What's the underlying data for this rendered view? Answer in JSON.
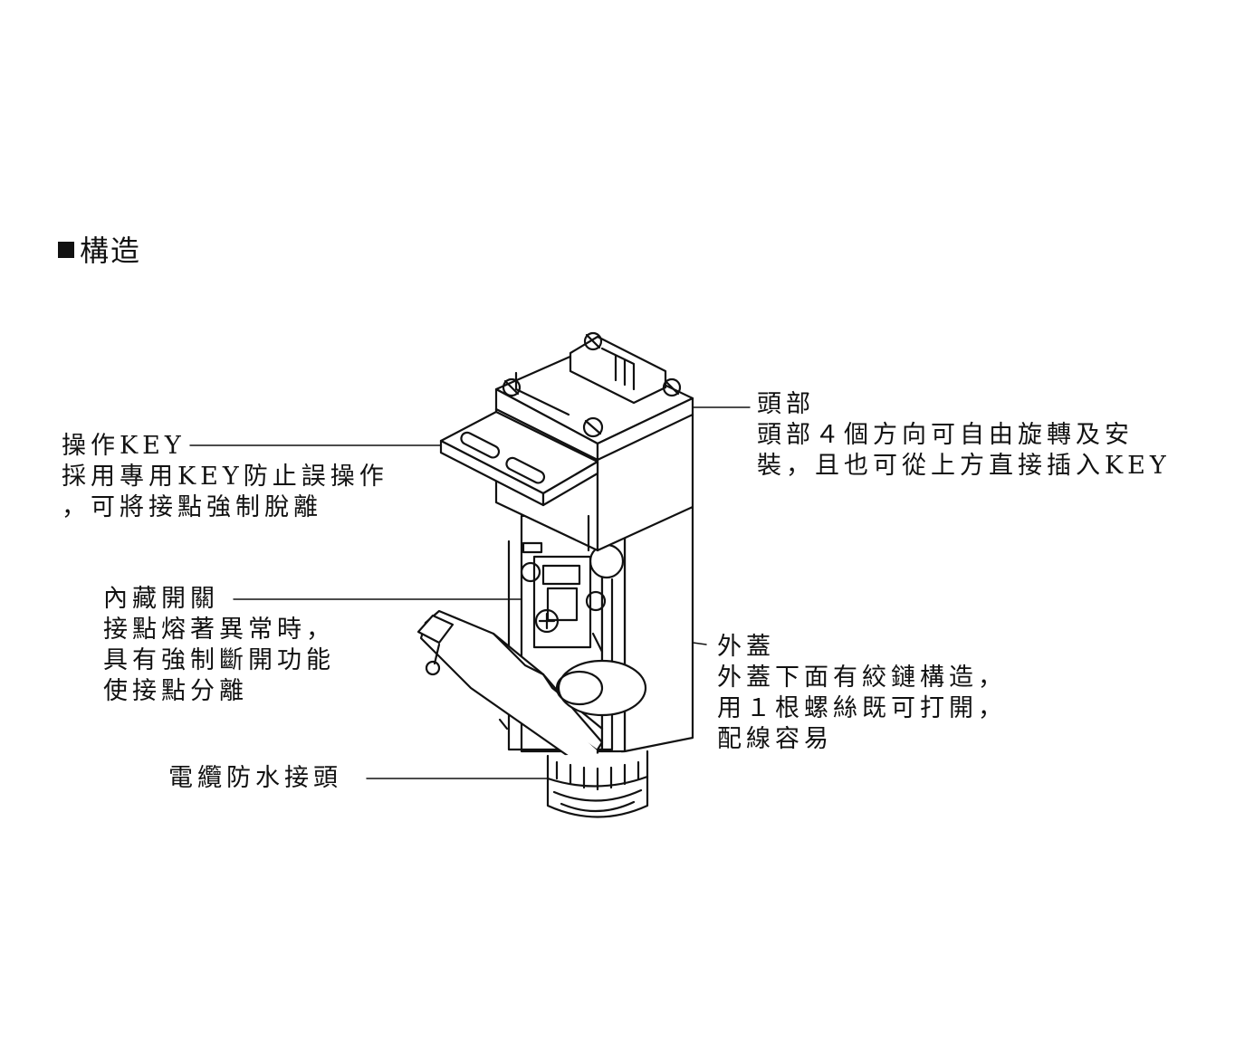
{
  "heading": {
    "marker_icon": "black-square",
    "text": "構造"
  },
  "callouts": {
    "key": {
      "title": "操作KEY",
      "desc": [
        "採用專用KEY防止誤操作",
        "，可將接點強制脫離"
      ]
    },
    "head": {
      "title": "頭部",
      "desc": [
        "頭部４個方向可自由旋轉及安",
        "裝，且也可從上方直接插入KEY"
      ]
    },
    "switch": {
      "title": "內藏開關",
      "desc": [
        "接點熔著異常時，",
        "具有強制斷開功能",
        "使接點分離"
      ]
    },
    "cover": {
      "title": "外蓋",
      "desc": [
        "外蓋下面有絞鏈構造，",
        "用１根螺絲既可打開，",
        "配線容易"
      ]
    },
    "cable": {
      "title": "電纜防水接頭"
    }
  },
  "colors": {
    "line": "#111111",
    "background": "#ffffff"
  }
}
